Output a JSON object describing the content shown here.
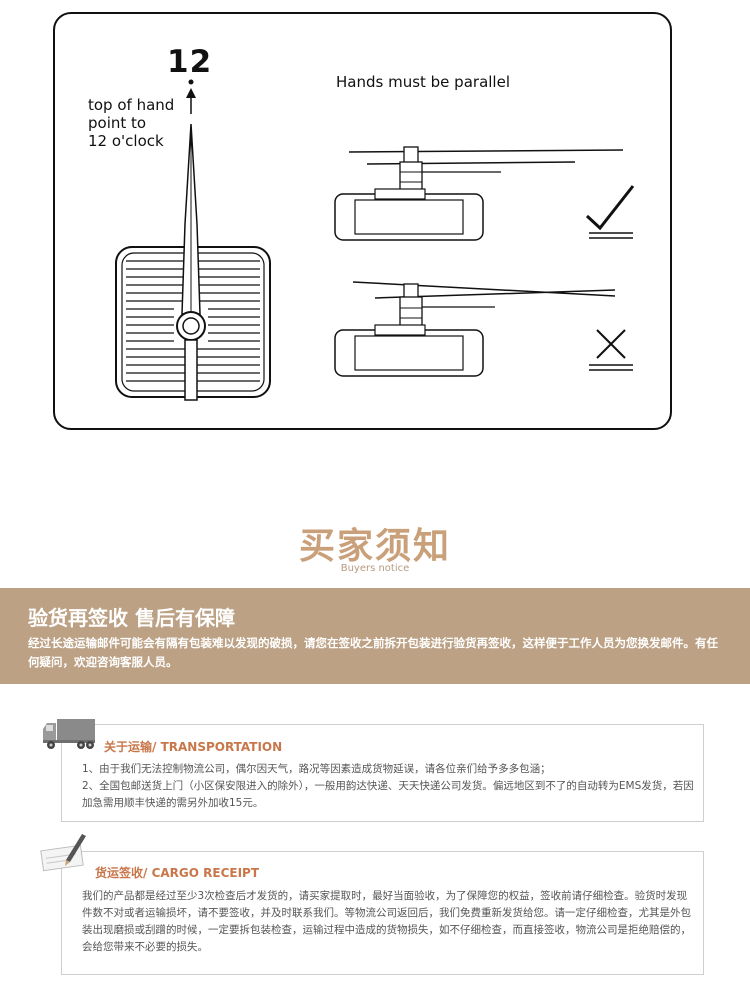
{
  "diagram": {
    "twelve": "12",
    "hand_note": "top of hand\npoint to\n12 o'clock",
    "parallel_note": "Hands must be parallel",
    "correct_icon": "check-mark-icon",
    "wrong_icon": "x-mark-icon"
  },
  "notice": {
    "title": "买家须知",
    "subtitle": "Buyers notice"
  },
  "banner": {
    "heading": "验货再签收 售后有保障",
    "text": "经过长途运输邮件可能会有隔有包装难以发现的破损，请您在签收之前拆开包装进行验货再签收，这样便于工作人员为您换发邮件。有任何疑问，欢迎咨询客服人员。"
  },
  "transport": {
    "heading_cn": "关于运输",
    "heading_en": "/ TRANSPORTATION",
    "line1": "1、由于我们无法控制物流公司，偶尔因天气，路况等因素造成货物延误，请各位亲们给予多多包涵；",
    "line2": "2、全国包邮送货上门（小区保安限进入的除外），一般用韵达快递、天天快递公司发货。偏远地区到不了的自动转为EMS发货，若因加急需用顺丰快递的需另外加收15元。",
    "icon": "truck-icon"
  },
  "cargo": {
    "heading_cn": "货运签收",
    "heading_en": "/ CARGO RECEIPT",
    "text": "我们的产品都是经过至少3次检查后才发货的，请买家提取时，最好当面验收，为了保障您的权益，签收前请仔细检查。验货时发现件数不对或者运输损坏，请不要签收，并及时联系我们。等物流公司返回后，我们免费重新发货给您。请一定仔细检查，尤其是外包装出现磨损或刮蹭的时候，一定要拆包装检查，运输过程中造成的货物损失，如不仔细检查，而直接签收，物流公司是拒绝赔偿的，会给您带来不必要的损失。",
    "icon": "pen-icon"
  },
  "colors": {
    "accent": "#c9a07a",
    "banner": "#bca184",
    "heading": "#c9774a"
  }
}
